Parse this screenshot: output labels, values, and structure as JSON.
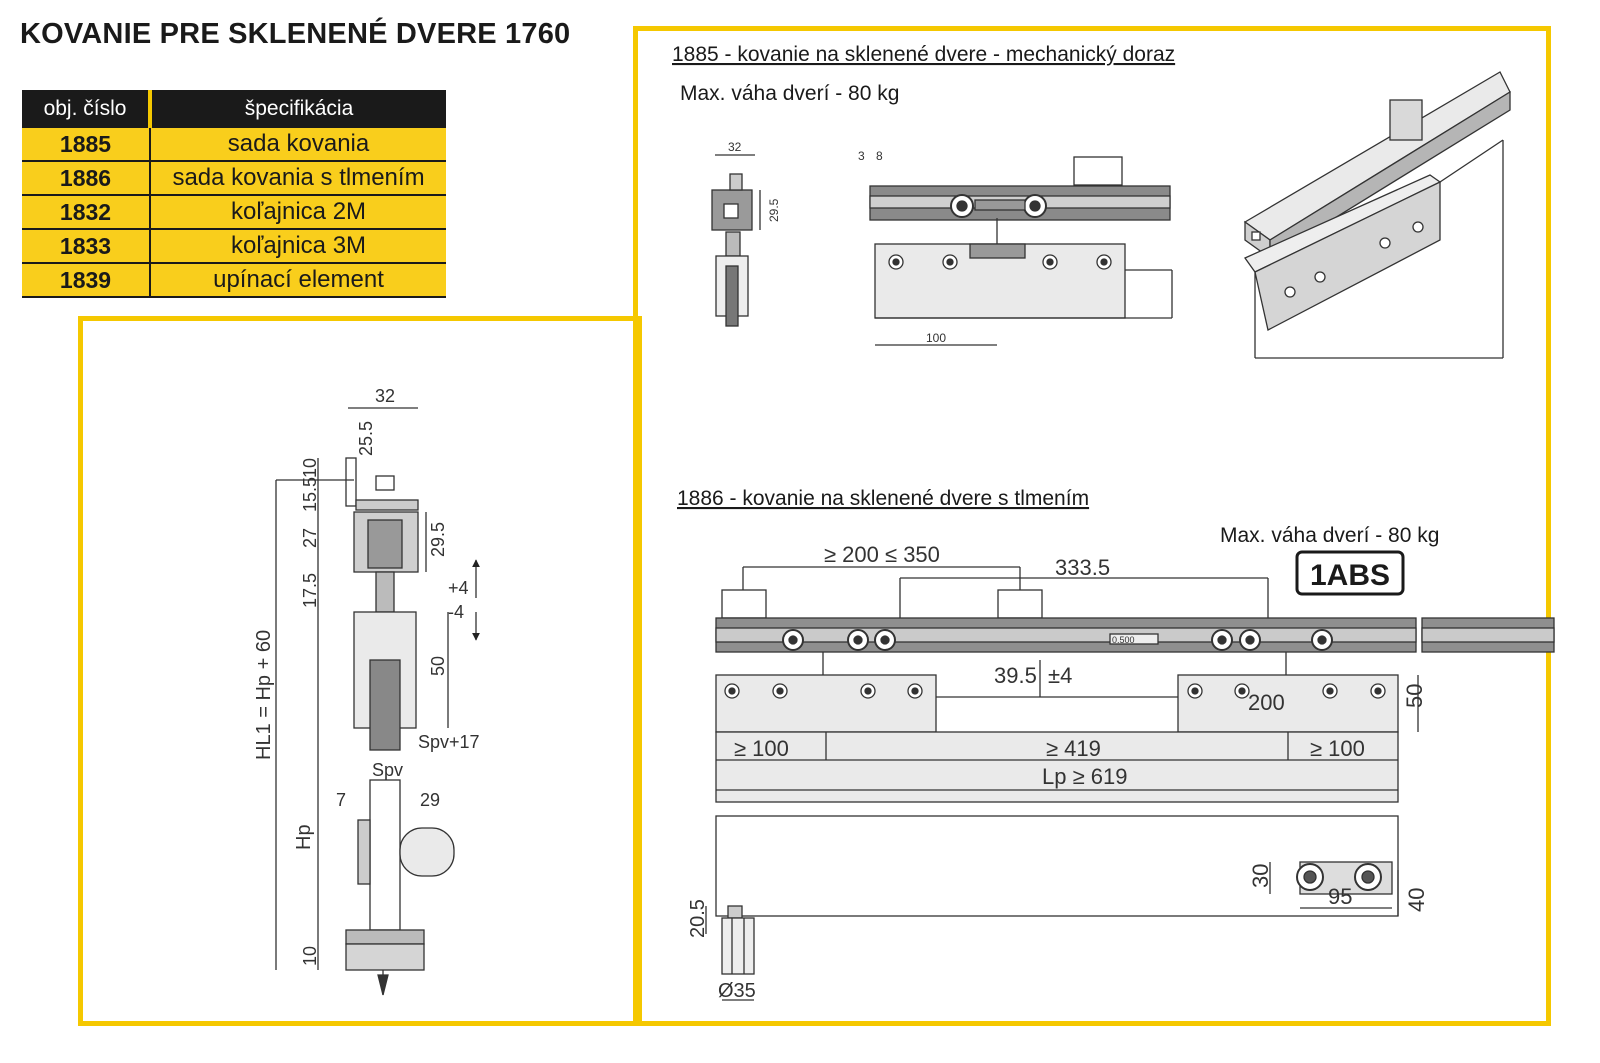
{
  "title": "KOVANIE PRE SKLENENÉ DVERE 1760",
  "table": {
    "headers": [
      "obj. číslo",
      "špecifikácia"
    ],
    "rows": [
      {
        "code": "1885",
        "spec": "sada kovania"
      },
      {
        "code": "1886",
        "spec": "sada kovania s tlmením"
      },
      {
        "code": "1832",
        "spec": "koľajnica 2M"
      },
      {
        "code": "1833",
        "spec": "koľajnica 3M"
      },
      {
        "code": "1839",
        "spec": "upínací element"
      }
    ]
  },
  "section_1885": {
    "heading": "1885 - kovanie na sklenené dvere - mechanický doraz",
    "max_weight": "Max. váha dverí - 80 kg",
    "dims": {
      "w32": "32",
      "h29_5": "29.5",
      "d3": "3",
      "d8": "8",
      "d100": "100"
    }
  },
  "section_1886": {
    "heading": "1886 - kovanie na sklenené dvere s tlmením",
    "max_weight": "Max. váha dverí - 80 kg",
    "badge": "1ABS",
    "dims": {
      "range": "≥ 200 ≤ 350",
      "d333_5": "333.5",
      "d39_5": "39.5",
      "pm4": "±4",
      "d200": "200",
      "d50": "50",
      "min100_left": "≥ 100",
      "min419": "≥ 419",
      "min100_right": "≥ 100",
      "lp": "Lp ≥ 619",
      "d30": "30",
      "d95": "95",
      "d40": "40",
      "d20_5": "20.5",
      "dia35": "Ø35",
      "inner_label": "0.500"
    }
  },
  "section_left": {
    "dims": {
      "w32": "32",
      "h25_5": "25.5",
      "h10_top": "10",
      "h15_5": "15.5",
      "h27": "27",
      "h29_5": "29.5",
      "h17_5": "17.5",
      "plus4": "+4",
      "minus4": "-4",
      "h50": "50",
      "spv17": "Spv+17",
      "spv": "Spv",
      "hl1": "HL1 = Hp + 60",
      "d7": "7",
      "d29": "29",
      "hp": "Hp",
      "h10_bottom": "10"
    }
  }
}
